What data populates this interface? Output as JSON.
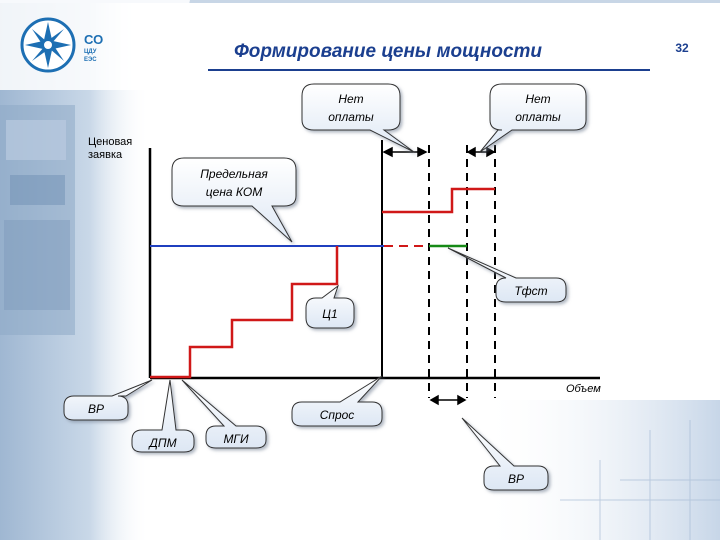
{
  "slide": {
    "title": "Формирование цены мощности",
    "page_number": "32",
    "logo": {
      "line1": "СО",
      "line2": "ЦДУ",
      "line3": "ЕЭС",
      "brand_color": "#1d6fb3"
    }
  },
  "axes": {
    "y_label_line1": "Ценовая",
    "y_label_line2": "заявка",
    "x_label": "Объем"
  },
  "callouts": {
    "no_payment_left_line1": "Нет",
    "no_payment_left_line2": "оплаты",
    "no_payment_right_line1": "Нет",
    "no_payment_right_line2": "оплаты",
    "price_cap_line1": "Предельная",
    "price_cap_line2": "цена КОМ",
    "tfst": "Тфст",
    "c1": "Ц1",
    "demand": "Спрос",
    "vr_left": "ВР",
    "vr_bottom": "ВР",
    "dpm": "ДПМ",
    "mgi": "МГИ"
  },
  "colors": {
    "title": "#1b3f8f",
    "title_underline": "#1b3f8f",
    "price_cap_line": "#1f3fbf",
    "offer_steps": "#d01818",
    "tfst_segment": "#168a16",
    "callout_fill": "#eef3fb"
  }
}
